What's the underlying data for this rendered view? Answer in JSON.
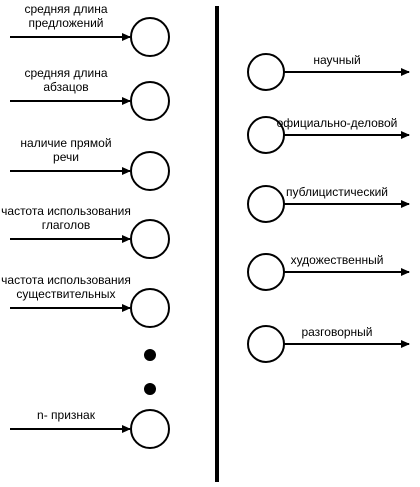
{
  "inputs": [
    {
      "lines": [
        "средняя длина",
        "предложений"
      ]
    },
    {
      "lines": [
        "средняя длина",
        "абзацов"
      ]
    },
    {
      "lines": [
        "наличие прямой",
        "речи"
      ]
    },
    {
      "lines": [
        "частота использования",
        "глаголов"
      ]
    },
    {
      "lines": [
        "частота использования",
        "существительных"
      ]
    },
    {
      "lines": [
        "n- признак"
      ]
    }
  ],
  "outputs": [
    {
      "label": "научный"
    },
    {
      "label": "официально-деловой"
    },
    {
      "label": "публицистический"
    },
    {
      "label": "художественный"
    },
    {
      "label": "разговорный"
    }
  ],
  "colors": {
    "stroke": "#000000",
    "background": "#ffffff"
  }
}
